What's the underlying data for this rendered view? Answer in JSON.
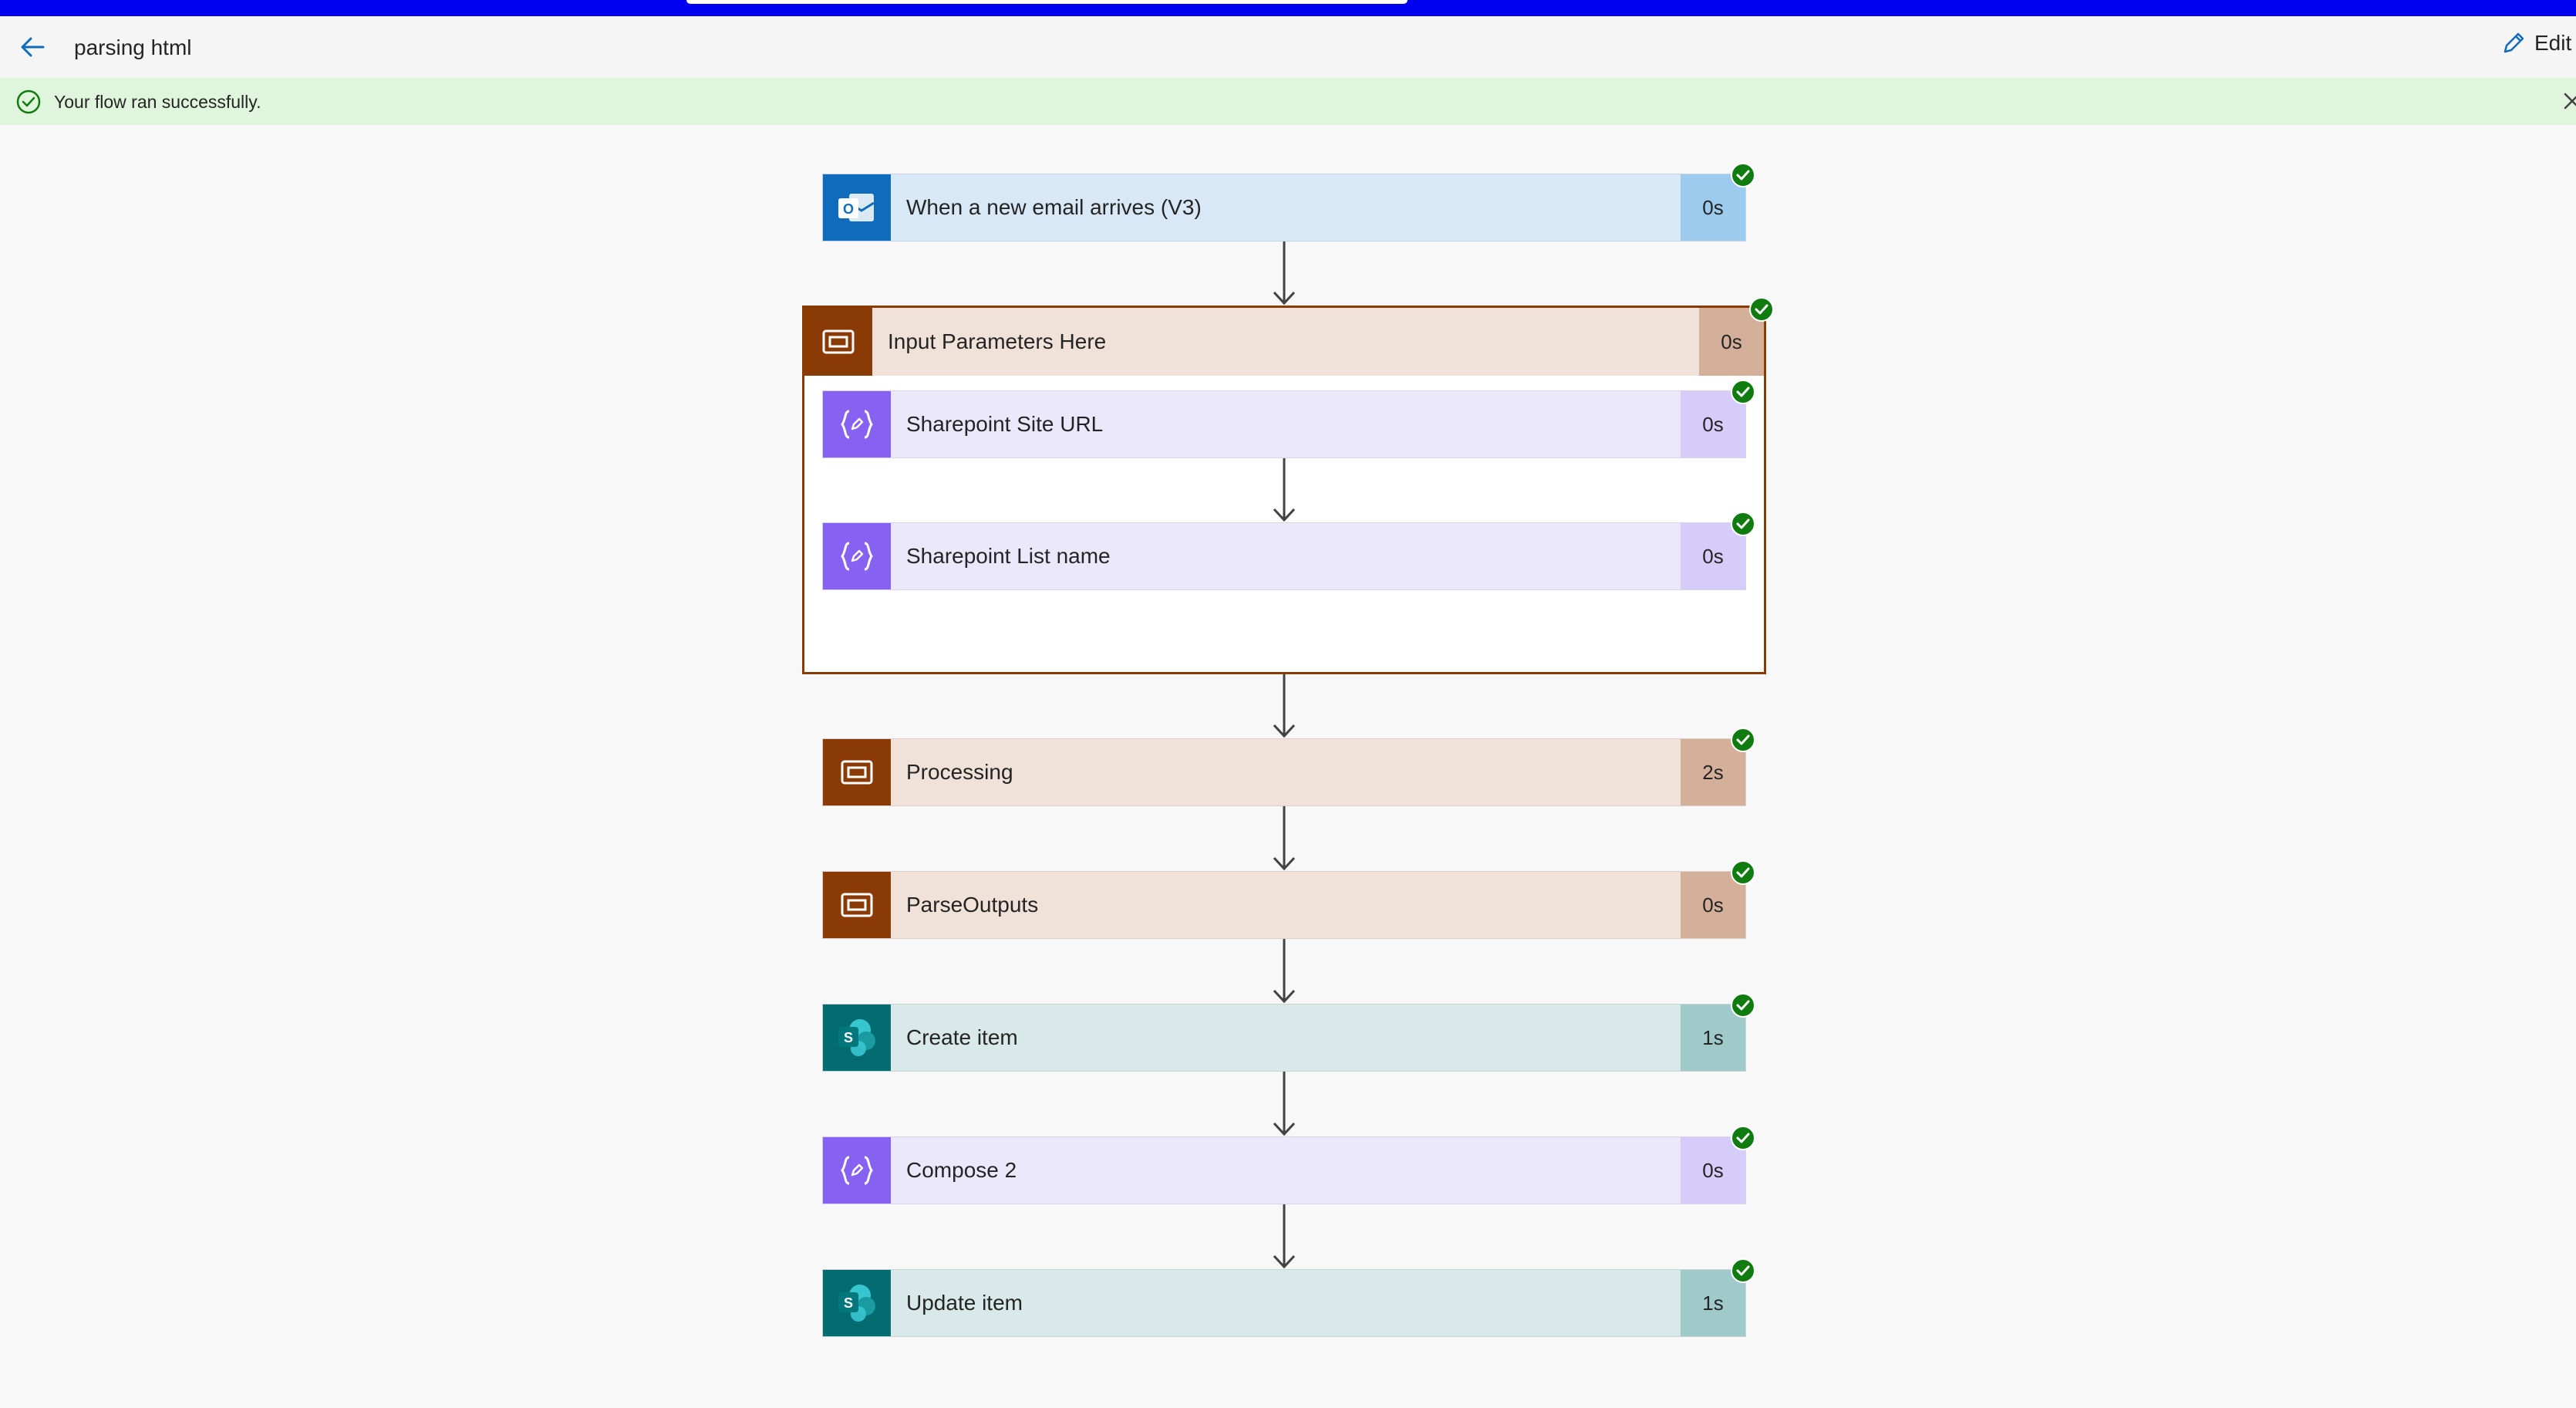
{
  "header": {
    "flow_name": "parsing html",
    "edit_label": "Edit"
  },
  "banner": {
    "message": "Your flow ran successfully."
  },
  "colors": {
    "email_accent": "#0f6cbd",
    "scope_accent": "#8a3b05",
    "compose_accent": "#8661f2",
    "sharepoint_accent": "#036c70",
    "success_green": "#107c10"
  },
  "steps": [
    {
      "label": "When a new email arrives (V3)",
      "duration": "0s",
      "icon": "outlook-icon",
      "status": "succeeded"
    },
    {
      "label": "Input Parameters Here",
      "duration": "0s",
      "icon": "scope-icon",
      "status": "succeeded",
      "children": [
        {
          "label": "Sharepoint Site URL",
          "duration": "0s",
          "icon": "compose-icon",
          "status": "succeeded"
        },
        {
          "label": "Sharepoint List name",
          "duration": "0s",
          "icon": "compose-icon",
          "status": "succeeded"
        }
      ]
    },
    {
      "label": "Processing",
      "duration": "2s",
      "icon": "scope-icon",
      "status": "succeeded"
    },
    {
      "label": "ParseOutputs",
      "duration": "0s",
      "icon": "scope-icon",
      "status": "succeeded"
    },
    {
      "label": "Create item",
      "duration": "1s",
      "icon": "sharepoint-icon",
      "status": "succeeded"
    },
    {
      "label": "Compose 2",
      "duration": "0s",
      "icon": "compose-icon",
      "status": "succeeded"
    },
    {
      "label": "Update item",
      "duration": "1s",
      "icon": "sharepoint-icon",
      "status": "succeeded"
    }
  ]
}
